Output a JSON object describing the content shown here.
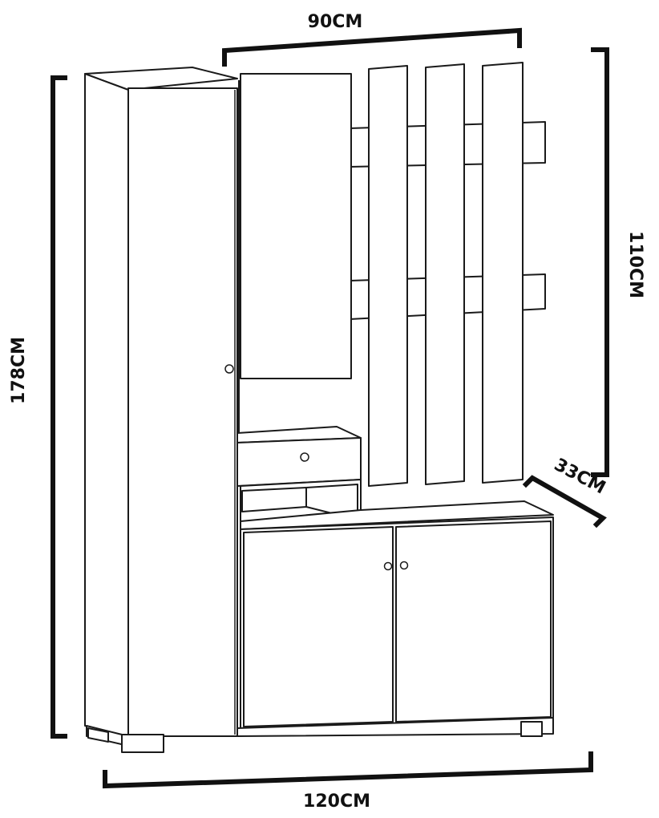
{
  "dimensions": {
    "top_width": "90CM",
    "right_height": "110CM",
    "depth": "33CM",
    "left_height": "178CM",
    "bottom_width": "120CM"
  },
  "colors": {
    "line": "#1a1a1a",
    "fill": "#ffffff",
    "dimension_bar": "#111111"
  }
}
